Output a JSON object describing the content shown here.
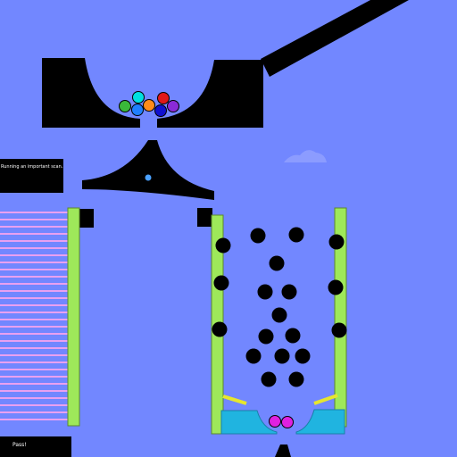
{
  "colors": {
    "background": "#7287ff",
    "solid": "#000000",
    "wall_green": "#9ee85a",
    "wall_green_edge": "#5c8a2a",
    "stripe": "#e9a0f0",
    "cup": "#20b4e0",
    "cup_edge": "#1a7fa8",
    "flipper": "#e6e62e",
    "pin_hole": "#4aa0ff",
    "cloud": "#8c9cff"
  },
  "hud": {
    "status_message": "Running an important scan...",
    "pass_label": "Pass!"
  },
  "balls": {
    "hopper": [
      {
        "color": "#3ab83a",
        "name": "green-ball"
      },
      {
        "color": "#00e0e0",
        "name": "cyan-ball"
      },
      {
        "color": "#1f7fff",
        "name": "blue-ball"
      },
      {
        "color": "#ff8c1a",
        "name": "orange-ball"
      },
      {
        "color": "#e01818",
        "name": "red-ball"
      },
      {
        "color": "#1010d0",
        "name": "navy-ball"
      },
      {
        "color": "#8a2ad8",
        "name": "purple-ball"
      }
    ],
    "cup": [
      {
        "color": "#e020e0",
        "name": "magenta-ball"
      },
      {
        "color": "#e020e0",
        "name": "magenta-ball"
      }
    ]
  }
}
